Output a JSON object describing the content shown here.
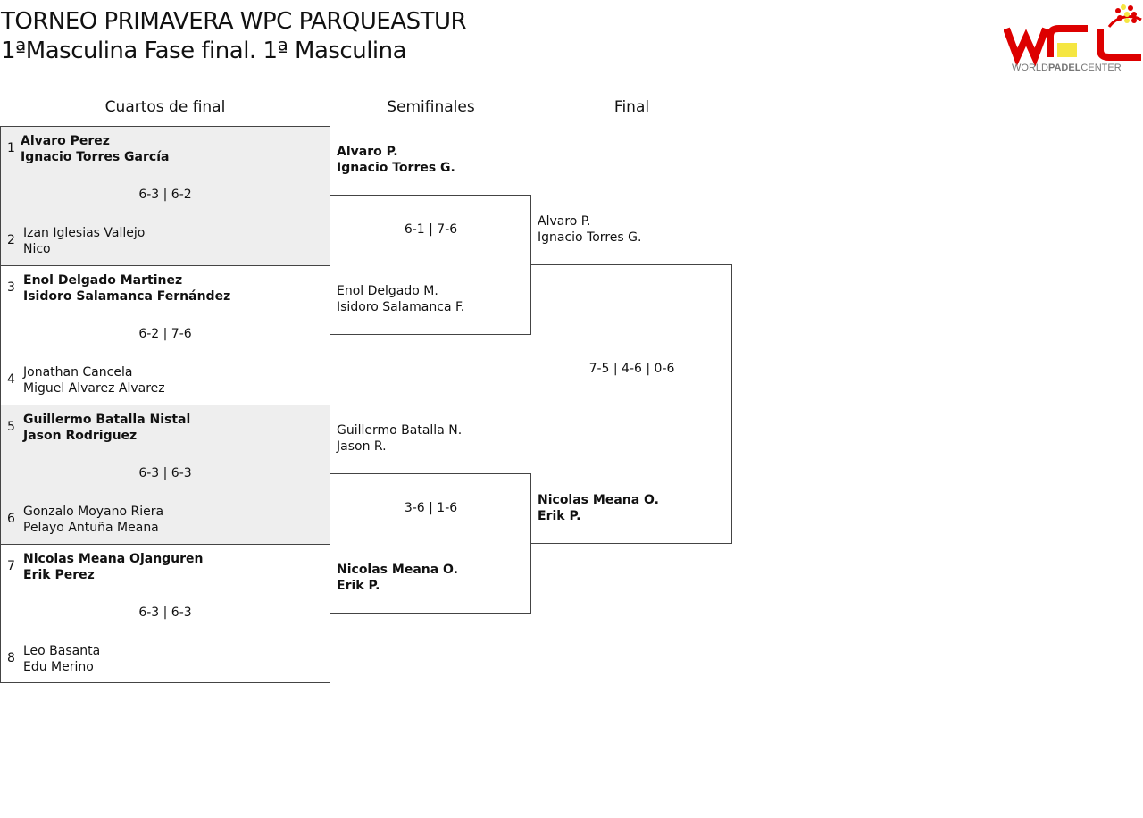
{
  "header": {
    "title": "TORNEO PRIMAVERA WPC PARQUEASTUR",
    "subtitle": "1ªMasculina Fase final. 1ª Masculina",
    "logo_text": "WORLDPADELCENTER"
  },
  "rounds": [
    "Cuartos de final",
    "Semifinales",
    "Final"
  ],
  "quarterfinals": [
    {
      "seed_a": "1",
      "a1": "Alvaro Perez",
      "a2": "Ignacio Torres García",
      "score": "6-3 | 6-2",
      "seed_b": "2",
      "b1": "Izan Iglesias Vallejo",
      "b2": "Nico"
    },
    {
      "seed_a": "3",
      "a1": "Enol Delgado Martinez",
      "a2": "Isidoro Salamanca Fernández",
      "score": "6-2 | 7-6",
      "seed_b": "4",
      "b1": "Jonathan Cancela",
      "b2": "Miguel Alvarez Alvarez"
    },
    {
      "seed_a": "5",
      "a1": "Guillermo Batalla Nistal",
      "a2": "Jason Rodriguez",
      "score": "6-3 | 6-3",
      "seed_b": "6",
      "b1": "Gonzalo Moyano Riera",
      "b2": "Pelayo Antuña Meana"
    },
    {
      "seed_a": "7",
      "a1": "Nicolas Meana Ojanguren",
      "a2": "Erik Perez",
      "score": "6-3 | 6-3",
      "seed_b": "8",
      "b1": "Leo Basanta",
      "b2": "Edu Merino"
    }
  ],
  "semifinals": [
    {
      "a1": "Alvaro P.",
      "a2": "Ignacio Torres G.",
      "score": "6-1 | 7-6",
      "b1": "Enol Delgado M.",
      "b2": "Isidoro Salamanca F."
    },
    {
      "a1": "Guillermo Batalla N.",
      "a2": "Jason R.",
      "score": "3-6 | 1-6",
      "b1": "Nicolas Meana O.",
      "b2": "Erik P."
    }
  ],
  "final": {
    "a1": "Alvaro P.",
    "a2": "Ignacio Torres G.",
    "score": "7-5 | 4-6 | 0-6",
    "b1": "Nicolas Meana O.",
    "b2": "Erik P."
  }
}
